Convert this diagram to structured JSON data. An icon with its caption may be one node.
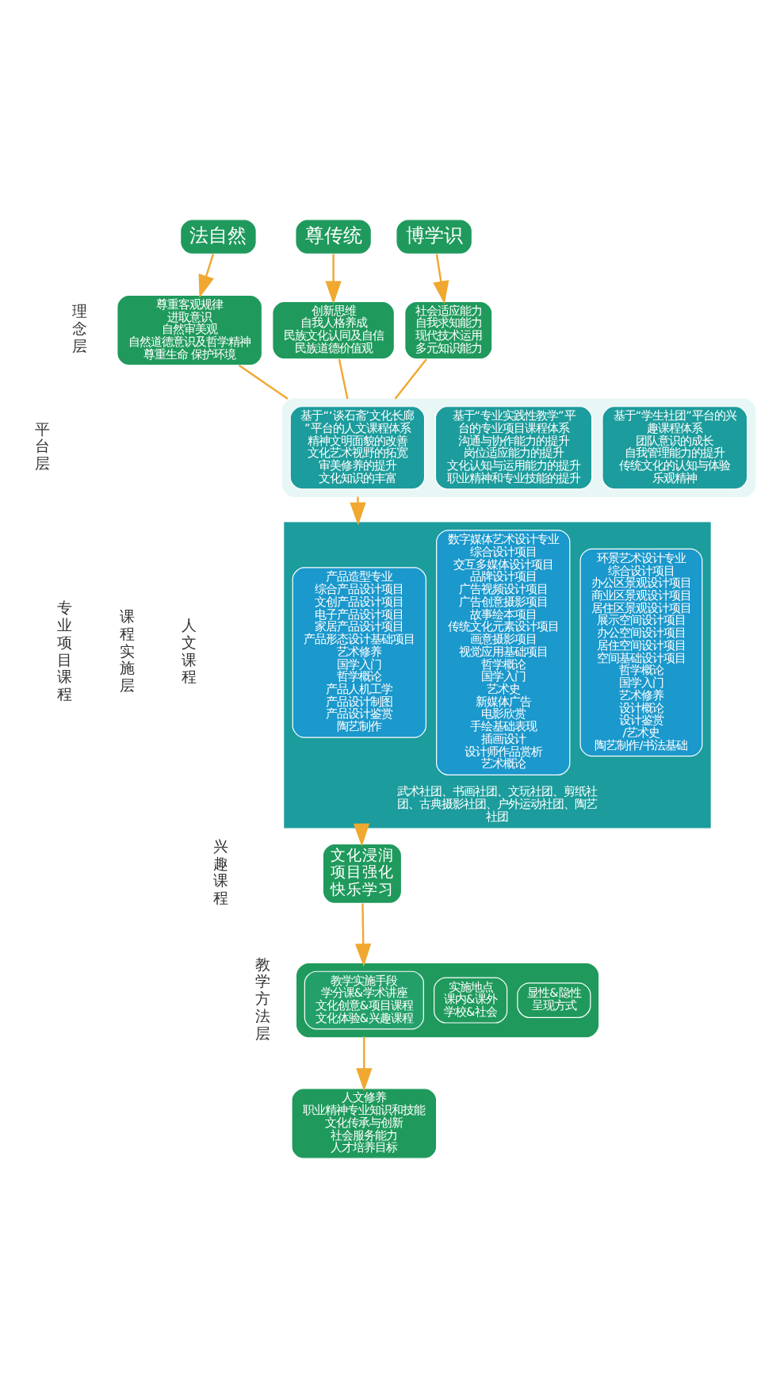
{
  "diagram": {
    "nodes": [
      {
        "text": [
          "法自然"
        ]
      },
      {
        "text": [
          "尊传统"
        ]
      },
      {
        "text": [
          "博学识"
        ]
      },
      {
        "text": [
          "尊重客观规律",
          "进取意识",
          "自然审美观",
          "自然道德意识及哲学精神",
          "尊重生命 保护环境"
        ]
      },
      {
        "text": [
          "创新思维",
          "自我人格养成",
          "民族文化认同及自信",
          "民族道德价值观"
        ]
      },
      {
        "text": [
          "社会适应能力",
          "自我求知能力",
          "现代技术运用",
          "多元知识能力"
        ]
      },
      {
        "text": [],
        "shape": "box"
      },
      {
        "text": [
          "基于“‘谈石斋’文化长廊”平台的人文课程体系",
          "精神文明面貌的改善",
          "文化艺术视野的拓宽",
          "审美修养的提升",
          "文化知识的丰富"
        ],
        "in": 6
      },
      {
        "text": [
          "基于“专业实践性教学”平台的专业项目课程体系",
          "沟通与协作能力的提升",
          "岗位适应能力的提升",
          "文化认知与运用能力的提升",
          "职业精神和专业技能的提升"
        ],
        "in": 6
      },
      {
        "text": [
          "基于“学生社团”平台的兴趣课程体系",
          "团队意识的成长",
          "自我管理能力的提升",
          "传统文化的认知与体验",
          "乐观精神"
        ],
        "in": 6
      },
      {
        "text": [
          "武术社团、书画社团、文玩社团、剪纸社团、古典摄影社团、户外运动社团、陶艺社团"
        ]
      },
      {
        "text": [
          "产品造型专业",
          "综合产品设计项目",
          "文创产品设计项目",
          "电子产品设计项目",
          "家居产品设计项目",
          "产品形态设计基础项目",
          "艺术修养",
          "国学入门",
          "哲学概论",
          "产品人机工学",
          "产品设计制图",
          "产品设计鉴赏",
          "陶艺制作"
        ],
        "in": 10
      },
      {
        "text": [
          "数字媒体艺术设计专业",
          "综合设计项目",
          "交互多媒体设计项目",
          "品牌设计项目",
          "广告视频设计项目",
          "广告创意摄影项目",
          "故事绘本项目",
          "传统文化元素设计项目",
          "画意摄影项目",
          "视觉应用基础项目",
          "哲学概论",
          "国学入门",
          "艺术史",
          "新媒体广告",
          "电影欣赏",
          "手绘基础表现",
          "插画设计",
          "设计师作品赏析",
          "艺术概论"
        ],
        "in": 10
      },
      {
        "text": [
          "环景艺术设计专业",
          "综合设计项目",
          "办公区景观设计项目",
          "商业区景观设计项目",
          "居住区景观设计项目",
          "展示空间设计项目",
          "办公空间设计项目",
          "居住空间设计项目",
          "空间基础设计项目",
          "哲学概论",
          "国学入门",
          "艺术修养",
          "设计概论",
          "设计鉴赏",
          "/艺术史",
          "陶艺制作/书法基础"
        ],
        "in": 10
      },
      {
        "text": [
          "文化浸润",
          "项目强化",
          "快乐学习"
        ]
      },
      {
        "text": [],
        "shape": "box"
      },
      {
        "text": [
          "教学实施手段",
          "学分课&学术讲座",
          "文化创意&项目课程",
          "文化体验&兴趣课程"
        ],
        "in": 15
      },
      {
        "text": [
          "实施地点",
          "课内&课外",
          "学校&社会"
        ],
        "in": 15
      },
      {
        "text": [
          "显性&隐性",
          "呈现方式"
        ],
        "in": 15
      },
      {
        "text": [
          "人文修养",
          "职业精神专业知识和技能",
          "文化传承与创新",
          "社会服务能力",
          "人才培养目标"
        ]
      }
    ],
    "edges": [
      {
        "from": 0,
        "to": 3,
        "arrow": "to"
      },
      {
        "from": 1,
        "to": 4,
        "arrow": "to"
      },
      {
        "from": 2,
        "to": 5,
        "arrow": "to"
      },
      {
        "from": 3,
        "to": 6,
        "arrow": "none"
      },
      {
        "from": 4,
        "to": 6,
        "arrow": "none"
      },
      {
        "from": 5,
        "to": 6,
        "arrow": "none"
      },
      {
        "from": 6,
        "to": 10,
        "arrow": "to"
      },
      {
        "from": 10,
        "to": 14,
        "arrow": "to"
      },
      {
        "from": 14,
        "to": 15,
        "arrow": "to"
      },
      {
        "from": 15,
        "to": 19,
        "arrow": "to"
      }
    ],
    "labels": [
      "理念层",
      "平台层",
      "专业项目课程",
      "课程实施层",
      "人文课程",
      "兴趣课程",
      "教学方法层"
    ]
  }
}
